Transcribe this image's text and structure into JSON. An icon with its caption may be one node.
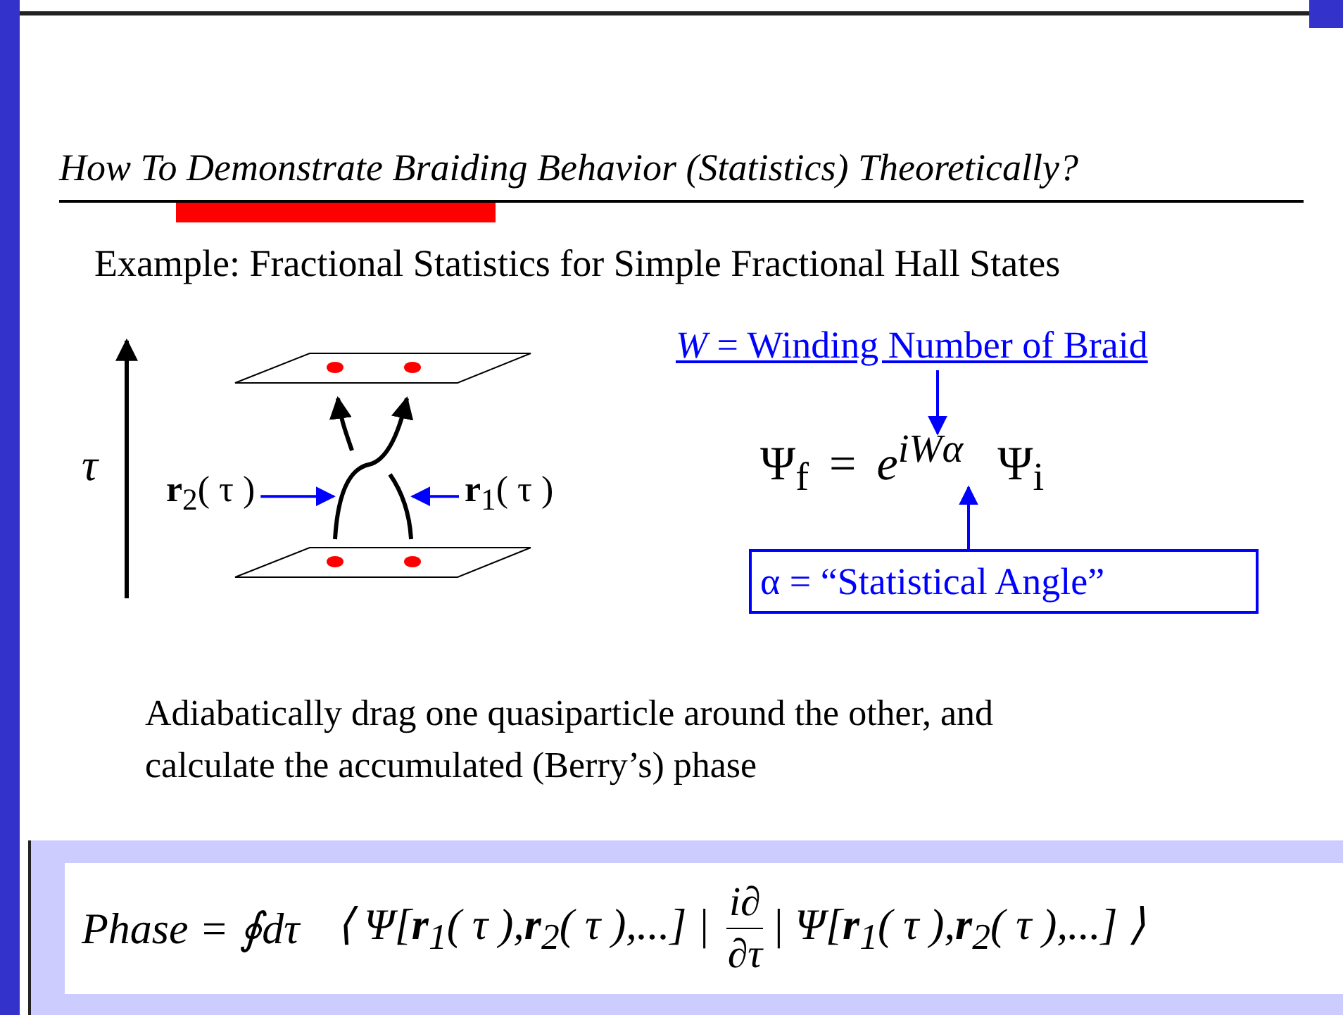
{
  "diagram": {
    "title": "How To Demonstrate Braiding Behavior (Statistics) Theoretically?",
    "nodes": [
      {
        "text": [
          "**r**$_{2}$( τ )"
        ]
      },
      {
        "text": [
          "**r**$_{1}$( τ )"
        ]
      },
      {
        "text": [],
        "shape": "line"
      },
      {
        "text": [],
        "shape": "line"
      },
      {
        "text": [
          "*W* = Winding Number of Braid"
        ]
      },
      {
        "text": [
          "Ψ$_{f}$ = *e*$^{iWα}$ Ψ$_{i}$"
        ]
      },
      {
        "text": [
          "α = “Statistical Angle”"
        ]
      }
    ],
    "edges": [
      {
        "from": 0,
        "to": 2,
        "arrow": "to"
      },
      {
        "from": 1,
        "to": 3,
        "arrow": "to"
      },
      {
        "from": 4,
        "to": 5,
        "arrow": "to"
      },
      {
        "from": 6,
        "to": 5,
        "arrow": "to"
      }
    ],
    "labels": [
      "Example: Fractional Statistics for Simple Fractional Hall States",
      "τ",
      "Adiabatically drag one quasiparticle around the other, and calculate the accumulated  (Berry’s) phase",
      "Phase = ∮dτ",
      "⟨ Ψ[**r**$_{1}$( τ ),**r**$_{2}$( τ ),...] |",
      "i∂",
      "∂τ",
      "| Ψ[**r**$_{1}$( τ ),**r**$_{2}$( τ ),...] ⟩"
    ]
  }
}
